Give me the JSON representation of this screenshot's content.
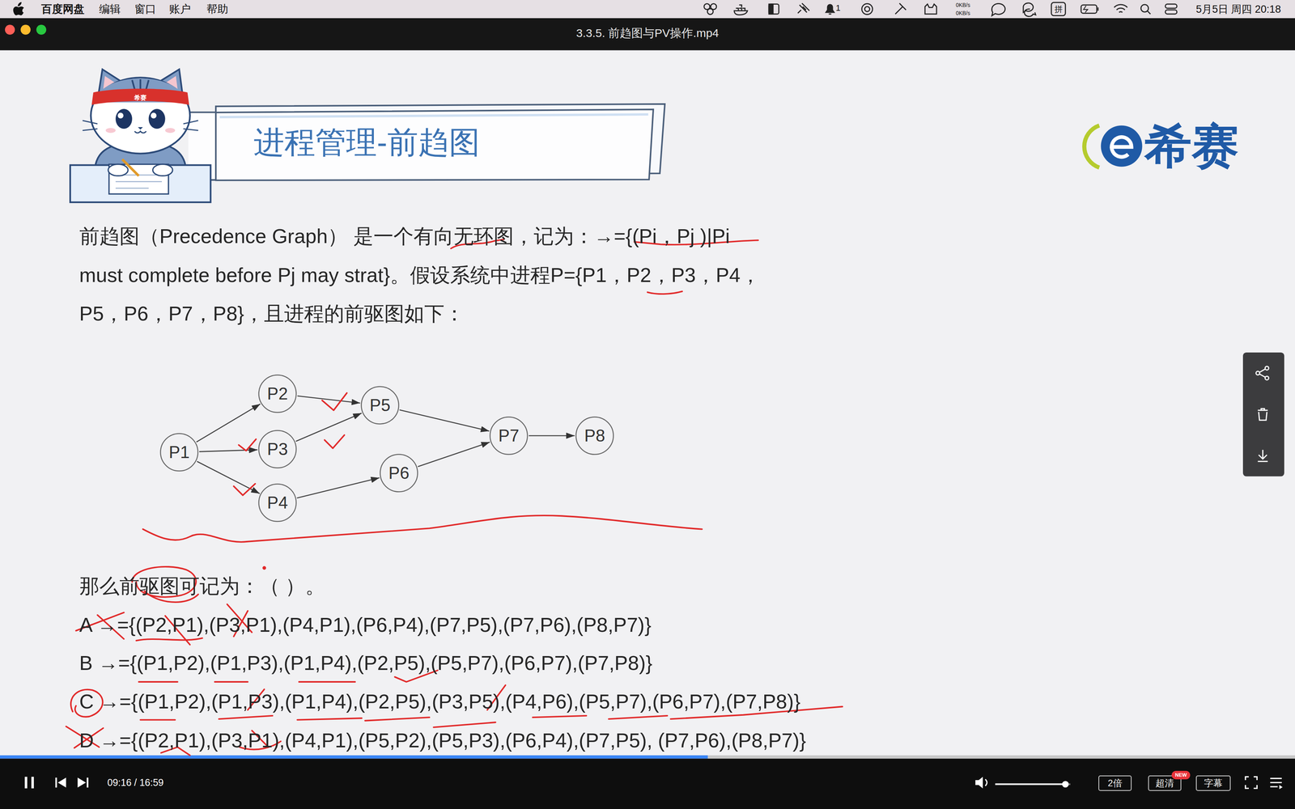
{
  "diagram": {
    "nodes": [
      {
        "text": [
          "进程管理-前趋图"
        ]
      },
      {
        "text": [
          "P1"
        ]
      },
      {
        "text": [
          "P2"
        ]
      },
      {
        "text": [
          "P3"
        ]
      },
      {
        "text": [
          "P4"
        ]
      },
      {
        "text": [
          "P5"
        ]
      },
      {
        "text": [
          "P6"
        ]
      },
      {
        "text": [
          "P7"
        ]
      },
      {
        "text": [
          "P8"
        ]
      },
      {
        "text": [
          "2倍"
        ]
      },
      {
        "text": [
          "超清"
        ]
      },
      {
        "text": [
          "NEW"
        ]
      },
      {
        "text": [
          "字幕"
        ]
      }
    ],
    "edges": [
      {
        "from": 1,
        "to": 2,
        "arrow": "to"
      },
      {
        "from": 1,
        "to": 3,
        "arrow": "to"
      },
      {
        "from": 1,
        "to": 4,
        "arrow": "to"
      },
      {
        "from": 2,
        "to": 5,
        "arrow": "to"
      },
      {
        "from": 3,
        "to": 5,
        "arrow": "to"
      },
      {
        "from": 4,
        "to": 6,
        "arrow": "to"
      },
      {
        "from": 5,
        "to": 7,
        "arrow": "to"
      },
      {
        "from": 6,
        "to": 7,
        "arrow": "to"
      },
      {
        "from": 7,
        "to": 8,
        "arrow": "to"
      }
    ],
    "labels": [
      "百度网盘",
      "编辑",
      "窗口",
      "账户",
      "帮助",
      "1",
      "0KB/s",
      "0KB/s",
      "拼",
      "5月5日 周四 20:18",
      "3.3.5. 前趋图与PV操作.mp4",
      "希赛",
      "希赛",
      "前趋图（Precedence Graph） 是一个有向无环图，记为：→={(Pi，Pj )|Pi",
      "must complete before Pj may strat}。假设系统中进程P={P1，P2，P3，P4，",
      "P5，P6，P7，P8}，且进程的前驱图如下：",
      "那么前驱图可记为：（ ）。",
      "A →={(P2,P1),(P3,P1),(P4,P1),(P6,P4),(P7,P5),(P7,P6),(P8,P7)}",
      "B →={(P1,P2),(P1,P3),(P1,P4),(P2,P5),(P5,P7),(P6,P7),(P7,P8)}",
      "C →={(P1,P2),(P1,P3),(P1,P4),(P2,P5),(P3,P5),(P4,P6),(P5,P7),(P6,P7),(P7,P8)}",
      "D →={(P2,P1),(P3,P1),(P4,P1),(P5,P2),(P5,P3),(P6,P4),(P7,P5), (P7,P6),(P8,P7)}",
      "09:16 / 16:59"
    ]
  }
}
